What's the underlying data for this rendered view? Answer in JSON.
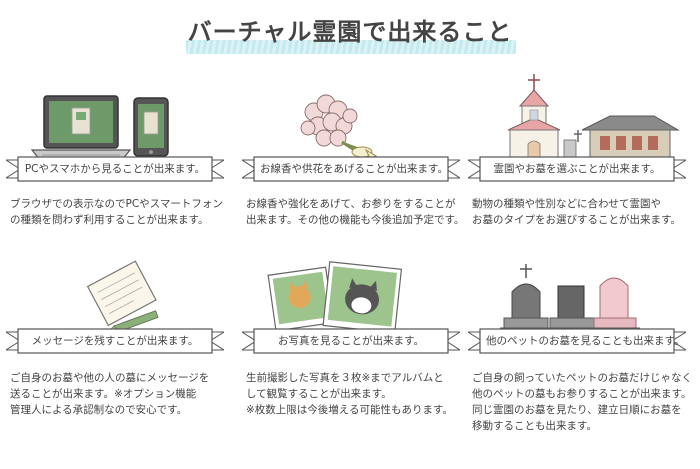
{
  "page": {
    "title": "バーチャル霊園で出来ること"
  },
  "features": [
    {
      "icon": "devices-icon",
      "label": "PCやスマホから見ることが出来ます。",
      "description": [
        "ブラウザでの表示なのでPCやスマートフォン",
        "の種類を問わず利用することが出来ます。"
      ]
    },
    {
      "icon": "flower-offering-icon",
      "label": "お線香や供花をあげることが出来ます。",
      "description": [
        "お線香や強化をあげて、お参りをすることが",
        "出来ます。その他の機能も今後追加予定です。"
      ]
    },
    {
      "icon": "temple-church-icon",
      "label": "霊園やお墓を選ぶことが出来ます。",
      "description": [
        "動物の種類や性別などに合わせて霊園や",
        "お墓のタイプをお選びすることが出来ます。"
      ]
    },
    {
      "icon": "letter-pencil-icon",
      "label": "メッセージを残すことが出来ます。",
      "description": [
        "ご自身のお墓や他の人の墓にメッセージを",
        "送ることが出来ます。※オプション機能",
        "管理人による承認制なので安心です。"
      ]
    },
    {
      "icon": "pet-photos-icon",
      "label": "お写真を見ることが出来ます。",
      "description": [
        "生前撮影した写真を３枚※までアルバムと",
        "して観覧することが出来ます。",
        "※枚数上限は今後増える可能性もあります。"
      ]
    },
    {
      "icon": "pet-gravestones-icon",
      "label": "他のペットのお墓を見ることも出来ます。",
      "description": [
        "ご自身の飼っていたペットのお墓だけじゃなく",
        "他のペットの墓もお参りすることが出来ます。",
        "同じ霊園のお墓を見たり、建立日順にお墓を",
        "移動することも出来ます。"
      ]
    }
  ]
}
